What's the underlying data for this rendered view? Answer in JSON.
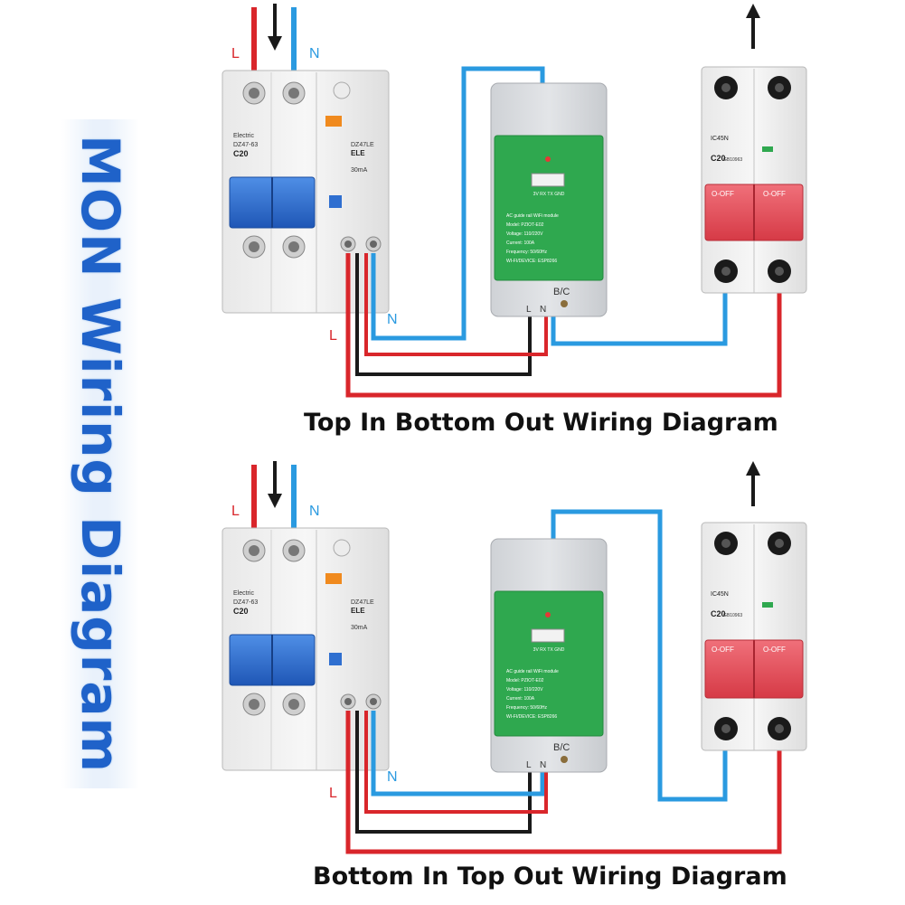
{
  "side_title": "MON Wiring Diagram",
  "captions": {
    "top": "Top In Bottom Out Wiring Diagram",
    "bottom": "Bottom In Top Out Wiring Diagram"
  },
  "wire_labels": {
    "live": "L",
    "neutral": "N"
  },
  "rcbo": {
    "brand": "Electric",
    "model_left": "DZ47-63",
    "rating_left": "C20",
    "model_right": "DZ47LE",
    "type_right": "ELE",
    "trip_current": "30mA"
  },
  "module": {
    "ports": "3V  RX  TX  GND",
    "line1": "AC guide rail WiFi module",
    "line2": "Model: PZIOT-E02",
    "line3": "Voltage: 110/220V",
    "line4": "Current: 100A",
    "line5": "Frequency: 50/60Hz",
    "line6": "WI-FI/DEVICE: ESP8266",
    "button_label": "B/C",
    "terminal_l": "L",
    "terminal_n": "N"
  },
  "breaker": {
    "model": "IC45N",
    "rating": "C20",
    "standard": "GB10963",
    "off_label": "O-OFF"
  },
  "colors": {
    "live": "#d9262b",
    "neutral": "#2a9ae0",
    "earth": "#1a1a1a",
    "module_green": "#2fa84f",
    "handle_blue": "#2f6fd0",
    "handle_red": "#e04a55",
    "title_blue": "#1f62c9"
  }
}
